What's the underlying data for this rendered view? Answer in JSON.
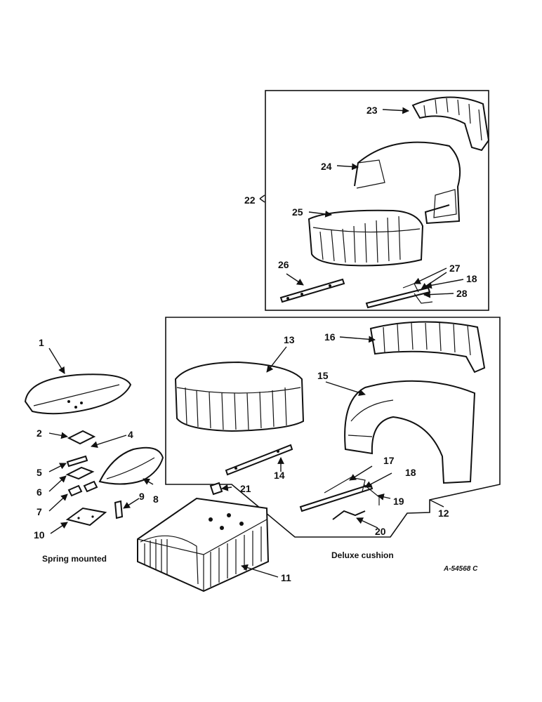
{
  "callouts": {
    "c1": "1",
    "c2": "2",
    "c3": "4",
    "c4": "5",
    "c5": "6",
    "c6": "7",
    "c7": "8",
    "c8": "9",
    "c9": "10",
    "c10": "11",
    "c11": "12",
    "c12": "13",
    "c13": "14",
    "c14": "15",
    "c15": "16",
    "c16": "17",
    "c17": "18",
    "c18": "19",
    "c19": "20",
    "c20": "21",
    "c21": "22",
    "c22": "23",
    "c23": "24",
    "c24": "25",
    "c25": "26",
    "c26": "27",
    "c27": "18",
    "c28": "28"
  },
  "captions": {
    "spring": "Spring mounted",
    "deluxe": "Deluxe cushion"
  },
  "drawing_code": "A-54568 C"
}
